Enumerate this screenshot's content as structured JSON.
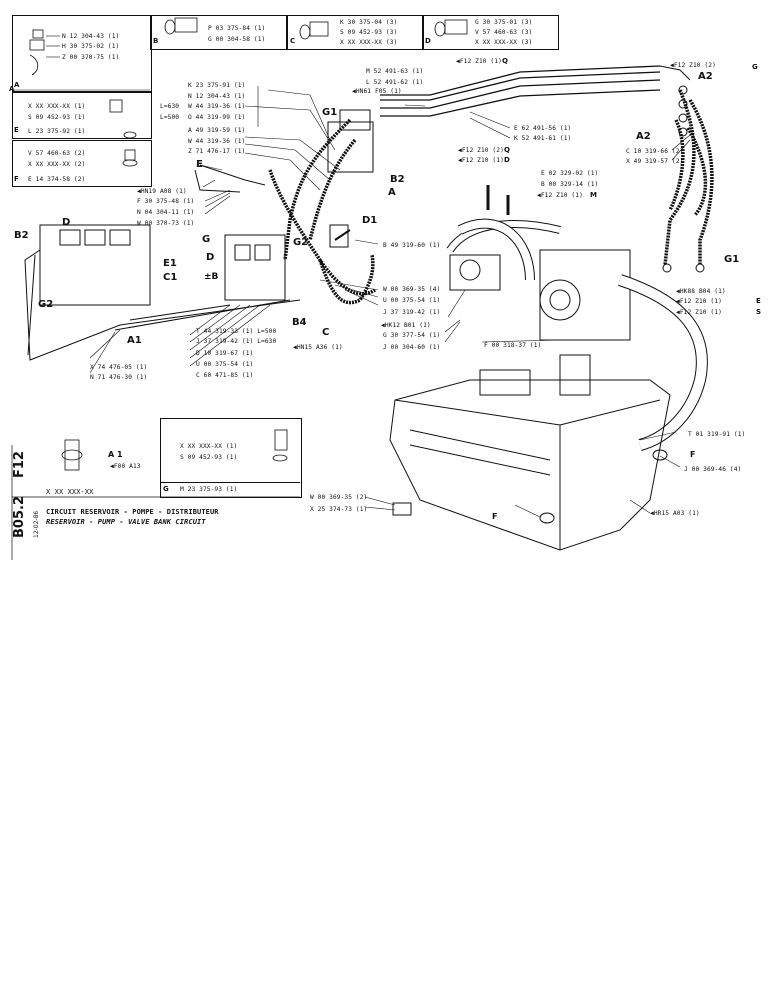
{
  "page": {
    "code": "F12",
    "sheet": "B05.2",
    "date": "12-02-86",
    "ref": "X XX XXX-XX",
    "title_fr": "CIRCUIT RESERVOIR - POMPE - DISTRIBUTEUR",
    "title_en": "RESERVOIR - PUMP - VALVE BANK CIRCUIT"
  },
  "box_a": {
    "tag": "A",
    "lines": [
      "N 12 304-43 (1)",
      "H 30 375-02 (1)",
      "Z 00 370-75 (1)"
    ]
  },
  "box_b": {
    "tag": "B",
    "lines": [
      "P 03 375-84 (1)",
      "G 00 304-58 (1)"
    ]
  },
  "box_c": {
    "tag": "C",
    "lines": [
      "K 30 375-04 (3)",
      "S 09 452-93 (3)",
      "X XX XXX-XX (3)"
    ]
  },
  "box_d": {
    "tag": "D",
    "lines": [
      "G 30 375-01 (3)",
      "V 57 460-63 (3)",
      "X XX XXX-XX (3)"
    ]
  },
  "box_e": {
    "tag": "E",
    "lines": [
      "X XX XXX-XX (1)",
      "S 09 452-93 (1)"
    ],
    "footer": "L 23 375-92 (1)"
  },
  "box_f": {
    "tag": "F",
    "lines": [
      "V 57 460-63 (2)",
      "X XX XXX-XX (2)"
    ],
    "footer": "E 14 374-58 (2)"
  },
  "box_g": {
    "tag": "G",
    "lines": [
      "X XX XXX-XX (1)",
      "S 09 452-93 (1)"
    ],
    "footer": "M 23 375-93 (1)"
  },
  "center_parts": {
    "lines": [
      "K 23 375-91 (1)",
      "N 12 304-43 (1)",
      "W 44 319-36 (1)",
      "O 44 319-99 (1)",
      "A 49 319-59 (1)",
      "W 44 319-36 (1)",
      "Z 71 476-17 (1)"
    ],
    "lengths": [
      "L=630",
      "L=500"
    ]
  },
  "top_right_parts": {
    "lines": [
      "M 52 491-63 (1)",
      "L 52 491-62 (1)",
      "E 62 491-56 (1)",
      "K 52 491-61 (1)"
    ]
  },
  "right_parts": {
    "lines": [
      "C 10 319-66 (2)",
      "X 49 319-57 (2)"
    ]
  },
  "refs": {
    "f12_g": "F12  Z10 (2)",
    "f12_q_top": "F12  Z10 (1)",
    "hn61": "HN61 F05 (1)",
    "f12_q": "F12  Z10 (2)",
    "f12_d": "F12  Z10 (1)",
    "f12_m": "F12  Z10 (1)",
    "hn19": "HN19  A08 (1)",
    "hn15": "HN15  A36 (1)",
    "hk12": "HK12 B01 (1)",
    "hk88": "HK88 B04 (1)",
    "f12_e": "F12  Z10 (1)",
    "f12_s": "F12  Z10 (1)",
    "f00": "F00  A13",
    "hr15": "HR15  A03 (1)"
  },
  "left_parts": {
    "lines": [
      "F 30 375-48 (1)",
      "N 04 304-11 (1)",
      "W 00 370-73 (1)"
    ]
  },
  "bottom_left_parts": {
    "lines": [
      "X 74 476-05 (1)",
      "N 71 476-30 (1)"
    ]
  },
  "valve_parts": {
    "lines": [
      "T 44 319-33 (1) L=500",
      "J 37 319-42 (1) L=630",
      "D 10 319-67 (1)",
      "U 00 375-54 (1)",
      "C 60 471-85 (1)"
    ]
  },
  "hose_parts": {
    "lines": [
      "W 00 369-35 (4)",
      "U 00 375-54 (1)",
      "J 37 319-42 (1)"
    ]
  },
  "b49": "B 49 319-60 (1)",
  "top_mid_parts": {
    "lines": [
      "E 02 329-02 (1)",
      "B 00 329-14 (1)"
    ]
  },
  "pump_parts": {
    "lines": [
      "G 30 377-54 (1)",
      "J 00 304-60 (1)"
    ],
    "hose": "F 00 318-37 (1)"
  },
  "tank_parts": {
    "t01": "T 01 319-91 (1)",
    "j00": "J 00 369-46 (4)",
    "w00": "W 00 369-35 (2)",
    "x25": "X 25 374-73 (1)"
  },
  "letters": {
    "a": "A",
    "a1": "A1",
    "a2": "A2",
    "b": "B",
    "b2": "B2",
    "b4": "B4",
    "c": "C",
    "c1": "C1",
    "d": "D",
    "d1": "D1",
    "e": "E",
    "e1": "E1",
    "f": "F",
    "g": "G",
    "g1": "G1",
    "g2": "G2",
    "m": "M",
    "q": "Q",
    "s": "S",
    "a1b": "A 1"
  }
}
